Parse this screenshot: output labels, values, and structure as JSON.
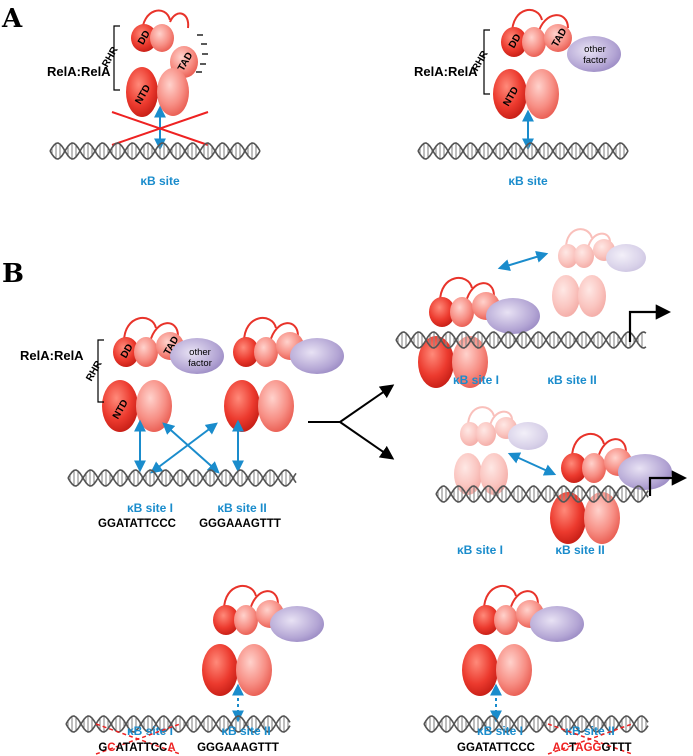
{
  "panel_a": {
    "letter": "A",
    "left": {
      "complex_label": "RelA:RelA",
      "rhr": "RHR",
      "ntd": "NTD",
      "dd": "DD",
      "tad": "TAD",
      "site_label": "κB site"
    },
    "right": {
      "complex_label": "RelA:RelA",
      "rhr": "RHR",
      "ntd": "NTD",
      "dd": "DD",
      "tad": "TAD",
      "factor_line1": "other",
      "factor_line2": "factor",
      "site_label": "κB site"
    }
  },
  "panel_b": {
    "letter": "B",
    "main": {
      "complex_label": "RelA:RelA",
      "rhr": "RHR",
      "ntd": "NTD",
      "dd": "DD",
      "tad": "TAD",
      "factor_line1": "other",
      "factor_line2": "factor",
      "site1_label": "κB site I",
      "site2_label": "κB site II",
      "seq1": "GGATATTCCC",
      "seq2": "GGGAAAGTTT"
    },
    "top_right": {
      "site1_label": "κB site I",
      "site2_label": "κB site II"
    },
    "mid_right": {
      "site1_label": "κB site I",
      "site2_label": "κB site II"
    },
    "bottom_left": {
      "site1_label": "κB site I",
      "site2_label": "κB site II",
      "seq1_parts": [
        "G",
        "C",
        "ATATTCC",
        "A"
      ],
      "seq2": "GGGAAAGTTT"
    },
    "bottom_right": {
      "site1_label": "κB site I",
      "site2_label": "κB site II",
      "seq1": "GGATATTCCC",
      "seq2_parts": [
        "AC",
        "T",
        "A",
        "GG",
        "GTTT"
      ]
    }
  },
  "colors": {
    "rela_dark": "#e8332a",
    "rela_light": "#f4827a",
    "factor": "#a696c8",
    "arrow": "#1a8ccc",
    "mutation": "#ee2222",
    "dna": "#666666"
  }
}
